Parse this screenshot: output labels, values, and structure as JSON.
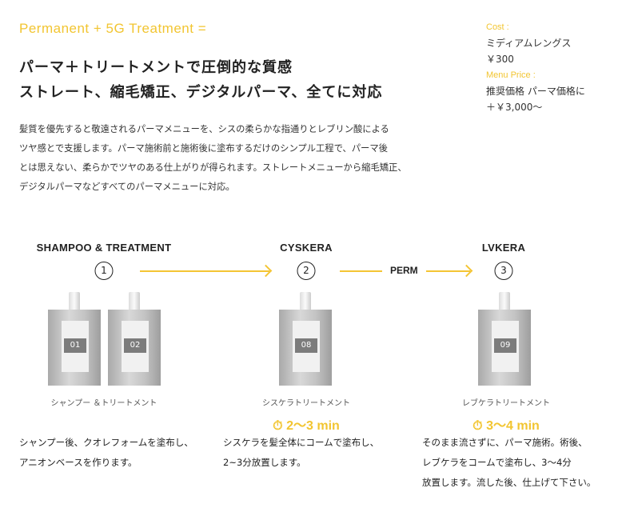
{
  "title": "Permanent + 5G Treatment =",
  "headline": [
    "パーマ＋トリートメントで圧倒的な質感",
    "ストレート、縮毛矯正、デジタルパーマ、全てに対応"
  ],
  "paragraph": [
    "髪質を優先すると敬遠されるパーマメニューを、シスの柔らかな指通りとレブリン酸による",
    "ツヤ感とで支援します。パーマ施術前と施術後に塗布するだけのシンプル工程で、パーマ後",
    "とは思えない、柔らかでツヤのある仕上がりが得られます。ストレートメニューから縮毛矯正、",
    "デジタルパーマなどすべてのパーマメニューに対応。"
  ],
  "side": {
    "cost_label": "Cost :",
    "cost_lines": [
      "ミディアムレングス",
      "￥300"
    ],
    "price_label": "Menu Price :",
    "price_lines": [
      "推奨価格 パーマ価格に",
      "＋￥3,000～"
    ]
  },
  "perm_label": "PERM",
  "steps": [
    {
      "title": "SHAMPOO & TREATMENT",
      "num": "1",
      "products": [
        "01",
        "02"
      ],
      "caption": "シャンプー ＆トリートメント",
      "timer": "",
      "desc": [
        "シャンプー後、クオレフォームを塗布し、",
        "アニオンベースを作ります。"
      ]
    },
    {
      "title": "CYSKERA",
      "num": "2",
      "products": [
        "08"
      ],
      "caption": "シスケラトリートメント",
      "timer": "2～3 min",
      "desc": [
        "シスケラを髪全体にコームで塗布し、",
        "2~3分放置します。"
      ]
    },
    {
      "title": "LVKERA",
      "num": "3",
      "products": [
        "09"
      ],
      "caption": "レブケラトリートメント",
      "timer": "3～4 min",
      "desc": [
        "そのまま流さずに、パーマ施術。術後、",
        "レブケラをコームで塗布し、3～4分",
        "放置します。流した後、仕上げて下さい。"
      ]
    }
  ],
  "colors": {
    "accent": "#f2c531"
  }
}
